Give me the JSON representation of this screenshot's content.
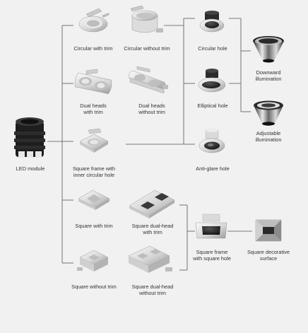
{
  "root": {
    "label": "LED module"
  },
  "products": [
    {
      "id": "circular-with-trim",
      "lines": [
        "Circular with trim"
      ]
    },
    {
      "id": "circular-without-trim",
      "lines": [
        "Circular without trim"
      ]
    },
    {
      "id": "dual-heads-with-trim",
      "lines": [
        "Dual heads",
        "with trim"
      ]
    },
    {
      "id": "dual-heads-without-trim",
      "lines": [
        "Dual heads",
        "without trim"
      ]
    },
    {
      "id": "square-frame-inner-circular-hole",
      "lines": [
        "Square frame with",
        "inner circular hole"
      ]
    },
    {
      "id": "square-with-trim",
      "lines": [
        "Square with trim"
      ]
    },
    {
      "id": "square-dual-head-with-trim",
      "lines": [
        "Square dual-head",
        "with trim"
      ]
    },
    {
      "id": "square-without-trim",
      "lines": [
        "Square without trim"
      ]
    },
    {
      "id": "square-dual-head-without-trim",
      "lines": [
        "Square dual-head",
        "without trim"
      ]
    }
  ],
  "holes": [
    {
      "id": "circular-hole",
      "lines": [
        "Circular hole"
      ]
    },
    {
      "id": "elliptical-hole",
      "lines": [
        "Elliptical hole"
      ]
    },
    {
      "id": "anti-glare-hole",
      "lines": [
        "Anti-glare hole"
      ]
    },
    {
      "id": "square-frame-square-hole",
      "lines": [
        "Square frame",
        "with square hole"
      ]
    }
  ],
  "reflectors": [
    {
      "id": "downward-illumination",
      "lines": [
        "Downward",
        "illumination"
      ]
    },
    {
      "id": "adjustable-illumination",
      "lines": [
        "Adjustable",
        "illumination"
      ]
    },
    {
      "id": "square-decorative-surface",
      "lines": [
        "Square decorative",
        "surface"
      ]
    }
  ],
  "colors": {
    "background": "#f1f1f1",
    "connector": "#555555",
    "text": "#333333"
  }
}
